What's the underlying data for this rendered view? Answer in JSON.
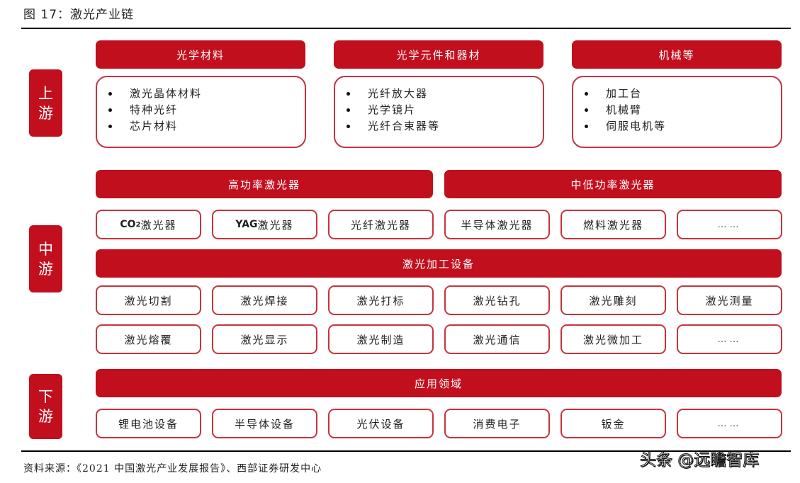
{
  "figure": {
    "title": "图 17：激光产业链"
  },
  "stages": {
    "upstream": [
      "上",
      "游"
    ],
    "midstream": [
      "中",
      "游"
    ],
    "downstream": [
      "下",
      "游"
    ]
  },
  "upstream": {
    "columns": [
      {
        "header": "光学材料",
        "items": [
          "激光晶体材料",
          "特种光纤",
          "芯片材料"
        ]
      },
      {
        "header": "光学元件和器材",
        "items": [
          "光纤放大器",
          "光学镜片",
          "光纤合束器等"
        ]
      },
      {
        "header": "机械等",
        "items": [
          "加工台",
          "机械臂",
          "伺服电机等"
        ]
      }
    ]
  },
  "midstream": {
    "high_power_header": "高功率激光器",
    "low_power_header": "中低功率激光器",
    "lasers": [
      {
        "prefix": "CO",
        "sub": "2",
        "suffix": "激光器"
      },
      {
        "prefix": "YAG",
        "sub": "",
        "suffix": "激光器"
      },
      {
        "prefix": "",
        "sub": "",
        "suffix": "光纤激光器"
      },
      {
        "prefix": "",
        "sub": "",
        "suffix": "半导体激光器"
      },
      {
        "prefix": "",
        "sub": "",
        "suffix": "燃料激光器"
      },
      {
        "prefix": "",
        "sub": "",
        "suffix": "……"
      }
    ],
    "equipment_header": "激光加工设备",
    "equipment_row1": [
      "激光切割",
      "激光焊接",
      "激光打标",
      "激光钻孔",
      "激光雕刻",
      "激光测量"
    ],
    "equipment_row2": [
      "激光熔覆",
      "激光显示",
      "激光制造",
      "激光通信",
      "激光微加工",
      "……"
    ]
  },
  "downstream": {
    "header": "应用领域",
    "items": [
      "锂电池设备",
      "半导体设备",
      "光伏设备",
      "消费电子",
      "钣金",
      "……"
    ]
  },
  "footer": {
    "source": "资料来源：《2021 中国激光产业发展报告》、西部证券研发中心",
    "watermark": "头条 @远瞻智库"
  },
  "colors": {
    "accent_red": "#c20f1e",
    "border_red": "#c8323e",
    "rule": "#000000"
  }
}
